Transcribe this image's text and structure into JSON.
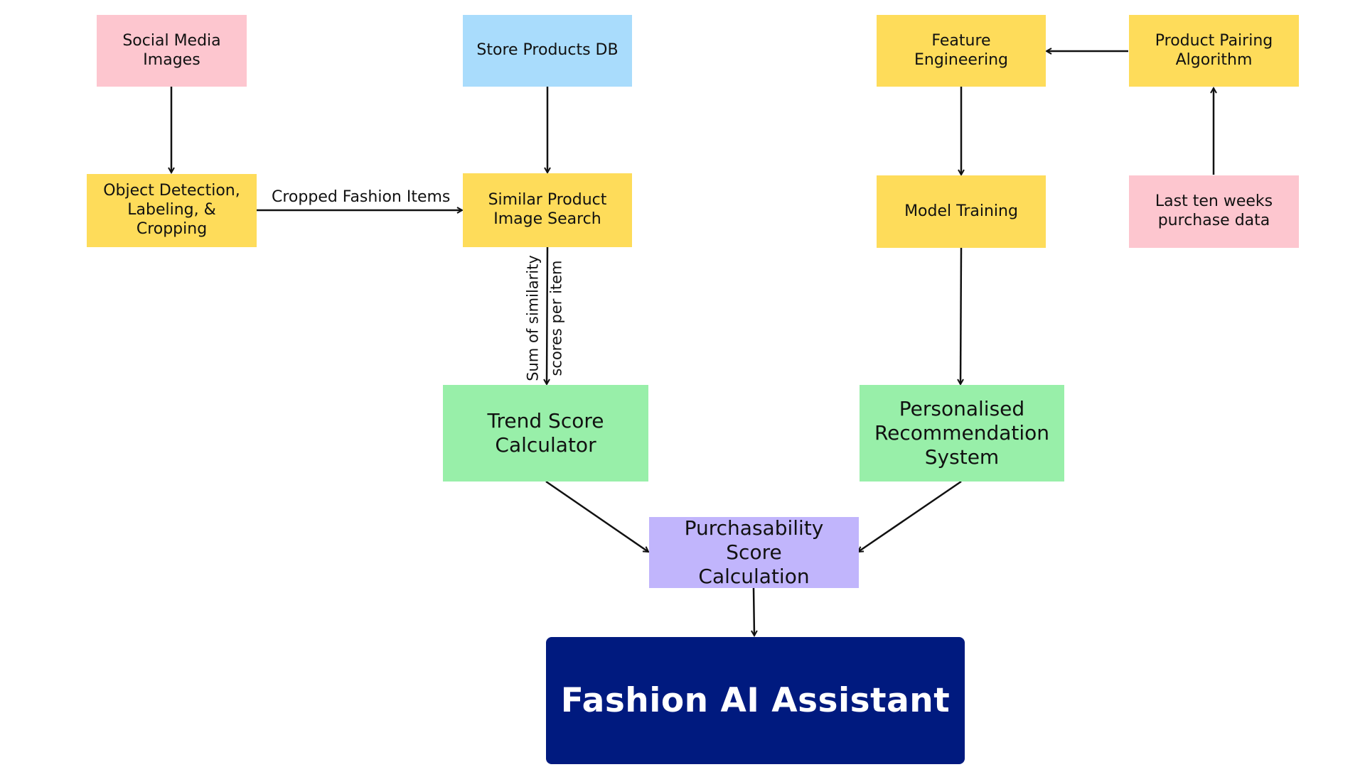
{
  "nodes": {
    "social_media": "Social Media\nImages",
    "store_db": "Store Products DB",
    "feature_eng": "Feature\nEngineering",
    "pairing_algo": "Product Pairing\nAlgorithm",
    "object_detection": "Object Detection,\nLabeling, & Cropping",
    "similar_search": "Similar Product\nImage Search",
    "model_training": "Model Training",
    "purchase_data": "Last ten weeks\npurchase data",
    "trend_score": "Trend Score\nCalculator",
    "recommendation": "Personalised\nRecommendation\nSystem",
    "purchasability": "Purchasability Score\nCalculation",
    "assistant": "Fashion AI Assistant"
  },
  "edges": {
    "cropped_items": "Cropped Fashion Items",
    "similarity_sum": "Sum of similarity\nscores per item"
  },
  "colors": {
    "yellow": "#fedc5a",
    "pink": "#fdc6cf",
    "blue": "#a9dcfc",
    "green": "#98efa9",
    "purple": "#c1b5fc",
    "navy": "#001a7f"
  }
}
